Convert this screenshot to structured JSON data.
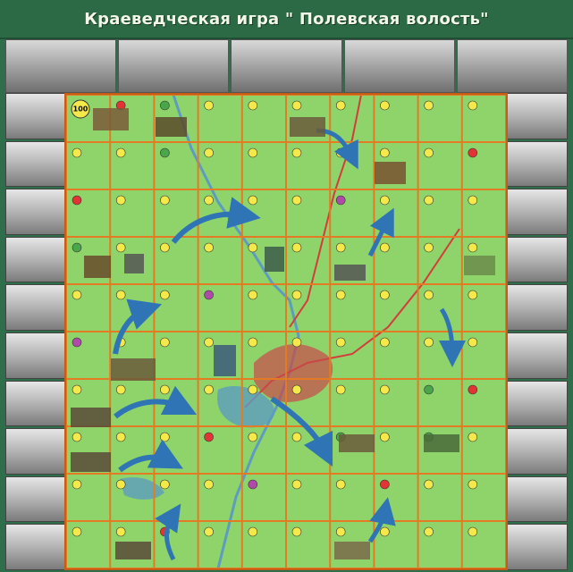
{
  "title": "Краеведческая игра \" Полевская волость\"",
  "start_cell": "100",
  "colors": {
    "banner": "#2c6a45",
    "map": "#8fd46a",
    "grid": "#e37a24",
    "token_yellow": "#f5e84a",
    "token_red": "#e23434",
    "token_green": "#4aa64a",
    "token_purple": "#b04aa8",
    "arrow": "#2f74b5"
  },
  "board": {
    "cols": 10,
    "rows": 10,
    "special_cells": [
      {
        "row": 0,
        "col": 1,
        "kind": "red"
      },
      {
        "row": 0,
        "col": 2,
        "kind": "green"
      },
      {
        "row": 1,
        "col": 2,
        "kind": "green"
      },
      {
        "row": 1,
        "col": 9,
        "kind": "red"
      },
      {
        "row": 2,
        "col": 0,
        "kind": "red"
      },
      {
        "row": 2,
        "col": 6,
        "kind": "purple"
      },
      {
        "row": 3,
        "col": 0,
        "kind": "green"
      },
      {
        "row": 4,
        "col": 3,
        "kind": "purple"
      },
      {
        "row": 5,
        "col": 0,
        "kind": "purple"
      },
      {
        "row": 6,
        "col": 8,
        "kind": "green"
      },
      {
        "row": 6,
        "col": 9,
        "kind": "red"
      },
      {
        "row": 7,
        "col": 3,
        "kind": "red"
      },
      {
        "row": 7,
        "col": 6,
        "kind": "green"
      },
      {
        "row": 7,
        "col": 8,
        "kind": "green"
      },
      {
        "row": 8,
        "col": 4,
        "kind": "purple"
      },
      {
        "row": 8,
        "col": 7,
        "kind": "red"
      },
      {
        "row": 9,
        "col": 2,
        "kind": "red"
      }
    ]
  }
}
